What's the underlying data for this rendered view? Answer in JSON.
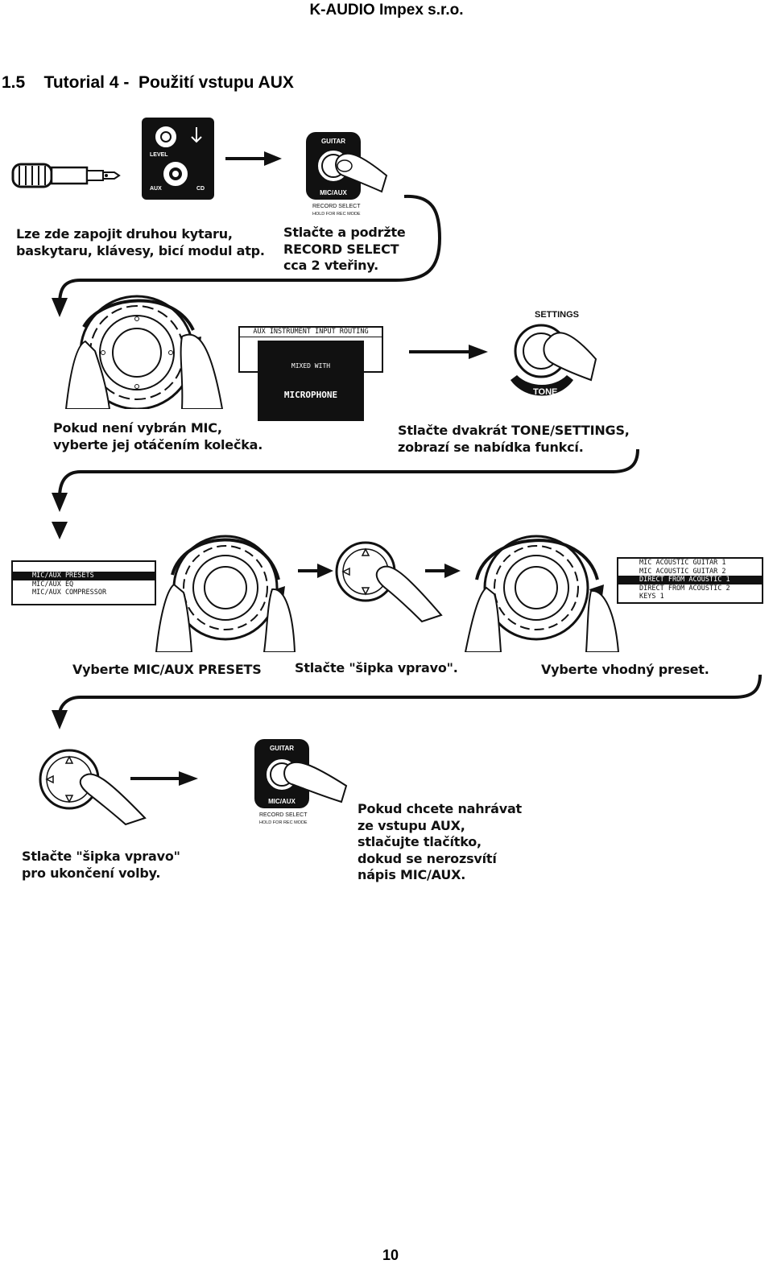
{
  "header": {
    "company": "K-AUDIO Impex s.r.o."
  },
  "section": {
    "number": "1.5",
    "title": "Tutorial 4 -  Použití vstupu AUX"
  },
  "captions": {
    "plug_in": [
      "Lze zde zapojit druhou kytaru,",
      "baskytaru, klávesy, bicí modul atp."
    ],
    "hold_record": [
      "Stlačte a podržte",
      "RECORD SELECT",
      "cca 2 vteřiny."
    ],
    "select_mic": [
      "Pokud není vybrán MIC,",
      "vyberte jej otáčením kolečka."
    ],
    "press_tone": [
      "Stlačte dvakrát TONE/SETTINGS,",
      "zobrazí se nabídka funkcí."
    ],
    "select_presets": "Vyberte MIC/AUX PRESETS",
    "press_right": "Stlačte \"šipka vpravo\".",
    "select_preset": "Vyberte vhodný preset.",
    "finish": [
      "Stlačte \"šipka vpravo\"",
      "pro ukončení volby."
    ],
    "record_aux": [
      "Pokud chcete nahrávat",
      "ze vstupu AUX,",
      "stlačujte tlačítko,",
      "dokud se nerozsvítí",
      "nápis MIC/AUX."
    ]
  },
  "panel": {
    "level": "LEVEL",
    "aux": "AUX",
    "cd": "CD"
  },
  "buttons": {
    "guitar": "GUITAR",
    "mic_aux": "MIC/AUX",
    "record_select": "RECORD SELECT",
    "hold_for_rec_mode": "HOLD FOR REC MODE",
    "settings": "SETTINGS",
    "tone": "TONE"
  },
  "lcd_routing": {
    "header": "AUX INSTRUMENT INPUT ROUTING",
    "line1": "MIXED WITH",
    "line2": "MICROPHONE"
  },
  "lcd_menu": [
    "MIC/AUX PRESETS",
    "MIC/AUX EQ",
    "MIC/AUX COMPRESSOR"
  ],
  "lcd_presets": [
    "MIC ACOUSTIC GUITAR 1",
    "MIC ACOUSTIC GUITAR 2",
    "DIRECT FROM ACOUSTIC 1",
    "DIRECT FROM ACOUSTIC 2",
    "KEYS 1"
  ],
  "footer": {
    "page": "10"
  }
}
